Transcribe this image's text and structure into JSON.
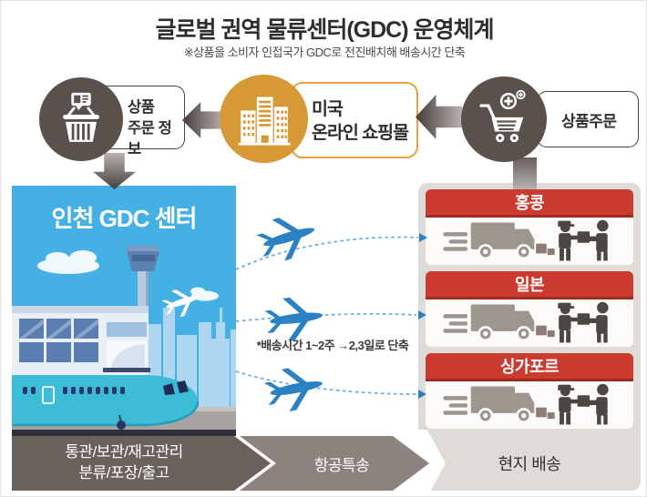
{
  "title": "글로벌 권역 물류센터(GDC) 운영체계",
  "subtitle": "※상품을 소비자 인접국가 GDC로 전진배치해 배송시간 단축",
  "top_flow": {
    "order_info": {
      "line1": "상품",
      "line2": "주문 정보"
    },
    "us_mall": {
      "line1": "미국",
      "line2": "온라인 쇼핑몰"
    },
    "order": {
      "label": "상품주문"
    }
  },
  "gdc": {
    "label": "인천 GDC 센터"
  },
  "flight_note": "*배송시간 1~2주 →2,3일로 단축",
  "destinations": [
    {
      "name": "홍콩"
    },
    {
      "name": "일본"
    },
    {
      "name": "싱가포르"
    }
  ],
  "bottom_steps": {
    "step1": {
      "line1": "통관/보관/재고관리",
      "line2": "분류/포장/출고"
    },
    "step2": {
      "label": "항공특송"
    },
    "step3": {
      "label": "현지 배송"
    }
  },
  "colors": {
    "accent_orange": "#d79836",
    "accent_red": "#cb3a2e",
    "sky_blue": "#45b0e3",
    "dark_taupe": "#5a514d",
    "panel_gray": "#dfdbd7",
    "plane_blue": "#2a82c4"
  }
}
